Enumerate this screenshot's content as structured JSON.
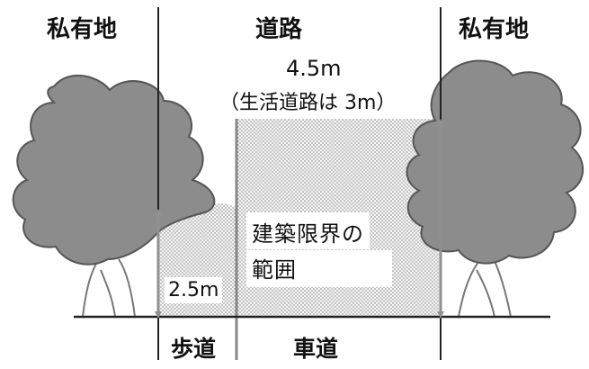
{
  "labels": {
    "private_left": "私有地",
    "road": "道路",
    "private_right": "私有地",
    "clearance_height": "4.5m",
    "clearance_note": "（生活道路は 3m）",
    "range_line1": "建築限界の",
    "range_line2": "範囲",
    "sidewalk_height": "2.5m",
    "sidewalk": "歩道",
    "roadway": "車道"
  },
  "colors": {
    "tree_fill": "#8c8c8c",
    "tree_stroke": "#555555",
    "hatch": "#bfbfbf",
    "arrow": "#909090",
    "line": "#222222"
  }
}
